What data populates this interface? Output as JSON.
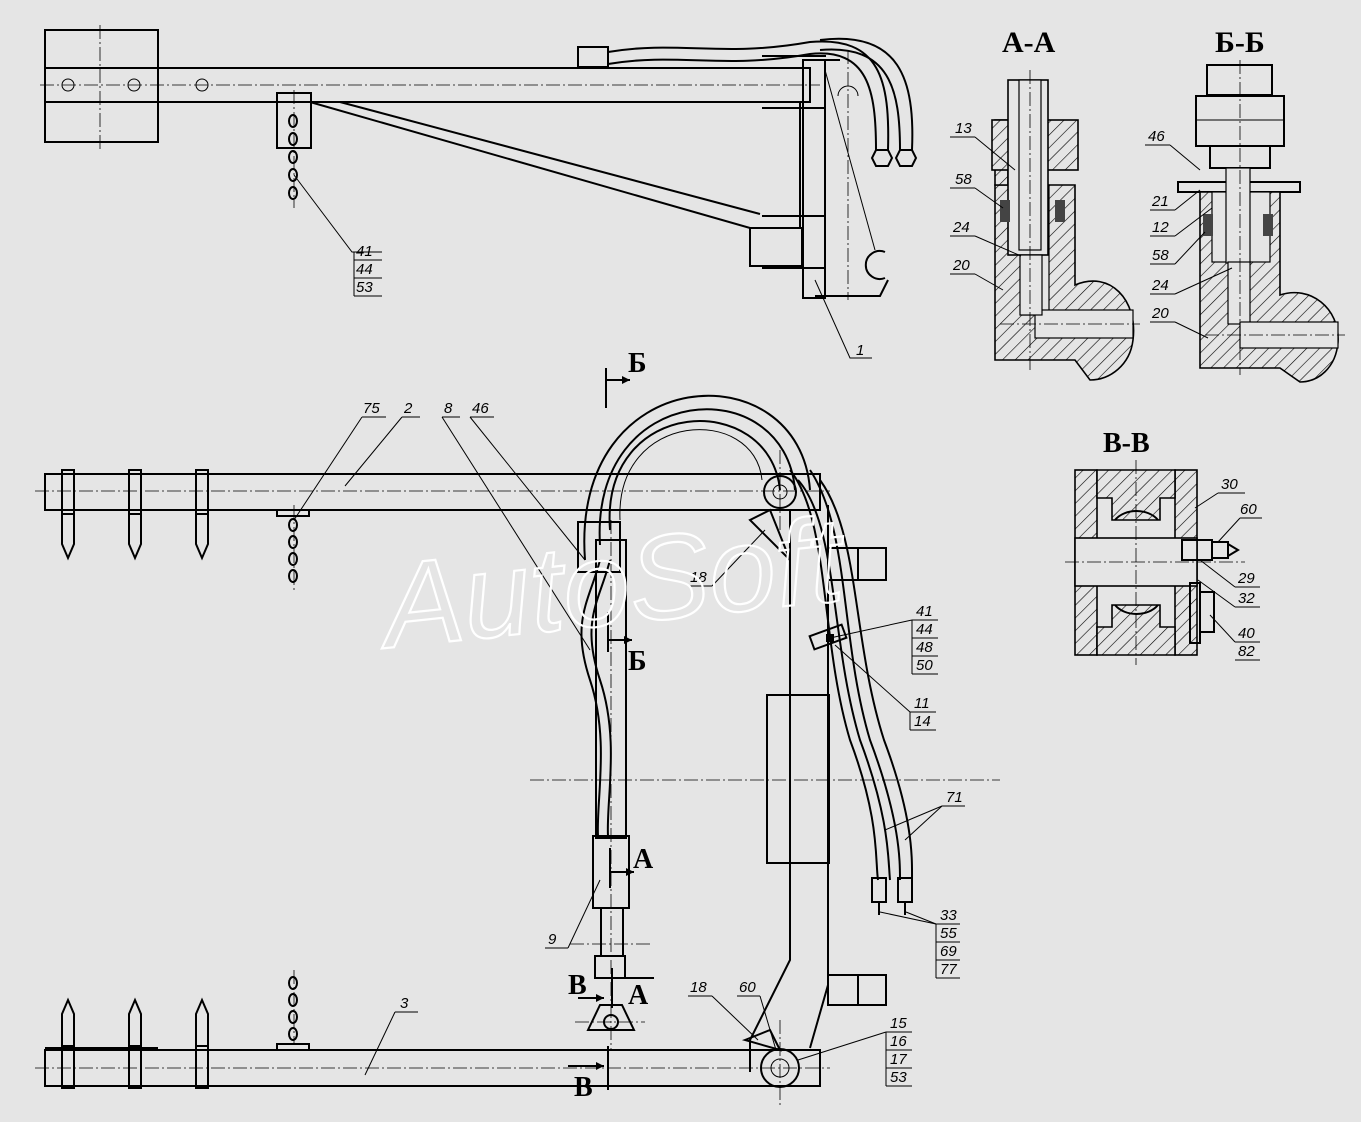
{
  "watermark": "AutoSoft",
  "sections": {
    "aa": "А-А",
    "bb": "Б-Б",
    "vv": "В-В"
  },
  "cut_marks": {
    "b": "Б",
    "a": "А",
    "v": "В"
  },
  "callouts": {
    "top_chain": [
      "41",
      "44",
      "53"
    ],
    "top_bracket": "1",
    "aa_parts": [
      "13",
      "58",
      "24",
      "20"
    ],
    "bb_parts": [
      "46",
      "21",
      "12",
      "58",
      "24",
      "20"
    ],
    "vv_parts": [
      "30",
      "60",
      "29",
      "32",
      "40",
      "82"
    ],
    "main_75": "75",
    "main_2": "2",
    "main_8": "8",
    "main_46": "46",
    "main_18_top": "18",
    "clamp_group": [
      "41",
      "44",
      "48",
      "50"
    ],
    "hose_clip": [
      "11",
      "14"
    ],
    "hoses": "71",
    "fittings": [
      "33",
      "55",
      "69",
      "77"
    ],
    "cylinder": "9",
    "beam_3": "3",
    "main_18_bottom": "18",
    "main_60": "60",
    "pivot": [
      "15",
      "16",
      "17",
      "53"
    ]
  }
}
